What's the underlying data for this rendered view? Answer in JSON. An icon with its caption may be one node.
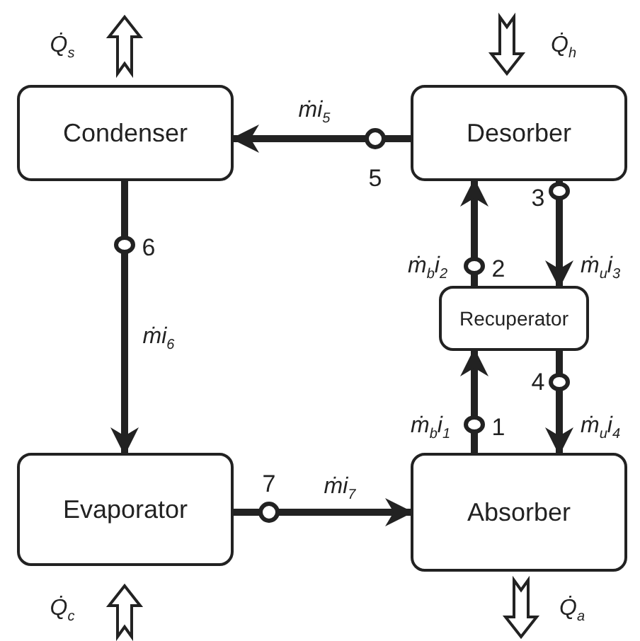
{
  "diagram": {
    "nodes": [
      {
        "text": [
          "Condenser"
        ]
      },
      {
        "text": [
          "Desorber"
        ]
      },
      {
        "text": [
          "Recuperator"
        ]
      },
      {
        "text": [
          "Evaporator"
        ]
      },
      {
        "text": [
          "Absorber"
        ]
      }
    ],
    "edges": [
      {
        "from": 1,
        "to": 0,
        "arrow": "to",
        "label": "ṁi$_{5}$"
      },
      {
        "from": 0,
        "to": 3,
        "arrow": "to",
        "label": "ṁi$_{6}$"
      },
      {
        "from": 3,
        "to": 4,
        "arrow": "to",
        "label": "ṁi$_{7}$"
      },
      {
        "from": 4,
        "to": 2,
        "arrow": "to",
        "label": "ṁ$_{b}$i$_{1}$"
      },
      {
        "from": 2,
        "to": 1,
        "arrow": "to",
        "label": "ṁ$_{b}$i$_{2}$"
      },
      {
        "from": 1,
        "to": 2,
        "arrow": "to",
        "label": "ṁ$_{u}$i$_{3}$"
      },
      {
        "from": 2,
        "to": 4,
        "arrow": "to",
        "label": "ṁ$_{u}$i$_{4}$"
      },
      {
        "from": 0,
        "to": null,
        "arrow": "to",
        "label": "Q̇$_{s}$"
      },
      {
        "from": null,
        "to": 1,
        "arrow": "to",
        "label": "Q̇$_{h}$"
      },
      {
        "from": null,
        "to": 3,
        "arrow": "to",
        "label": "Q̇$_{c}$"
      },
      {
        "from": 4,
        "to": null,
        "arrow": "to",
        "label": "Q̇$_{a}$"
      }
    ],
    "labels": [
      "5",
      "3",
      "6",
      "2",
      "4",
      "1",
      "7"
    ]
  }
}
